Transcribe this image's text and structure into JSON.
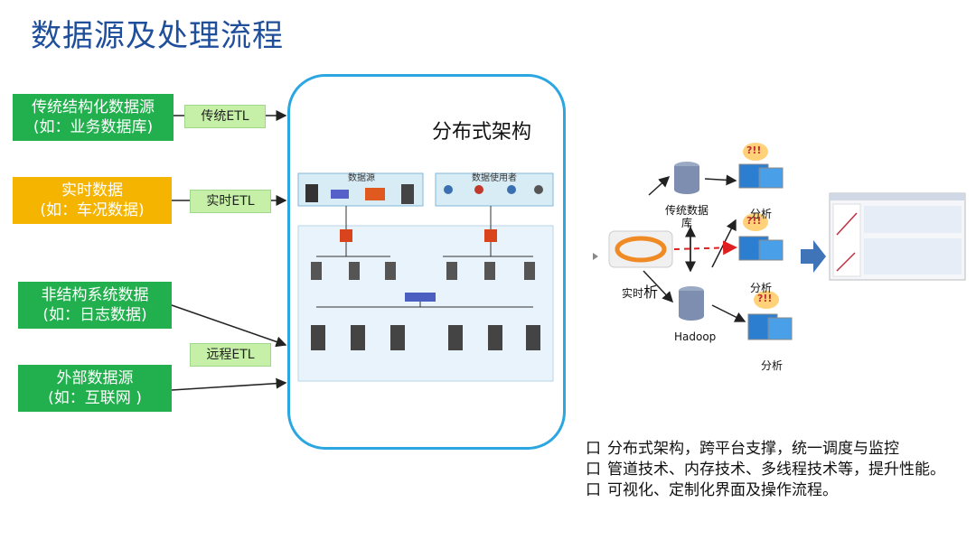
{
  "title": "数据源及处理流程",
  "sources": [
    {
      "line1": "传统结构化数据源",
      "line2": "(如：业务数据库)"
    },
    {
      "line1": "实时数据",
      "line2": "(如：车况数据)"
    },
    {
      "line1": "非结构系统数据",
      "line2": "(如：日志数据)"
    },
    {
      "line1": "外部数据源",
      "line2": "(如：互联网 )"
    }
  ],
  "etl": {
    "traditional": "传统ETL",
    "realtime": "实时ETL",
    "remote": "远程ETL"
  },
  "architecture": {
    "title": "分布式架构",
    "panel_data_source": "数据源",
    "panel_data_users": "数据使用者"
  },
  "right": {
    "traditional_db_line1": "传统数据",
    "traditional_db_line2": "库",
    "realtime_label_1": "实时",
    "realtime_label_2": "析",
    "hadoop": "Hadoop",
    "analysis_1": "分析",
    "analysis_2": "分析",
    "analysis_3": "分析",
    "alert": "?!!"
  },
  "bullets": [
    {
      "box": "口",
      "text": "分布式架构，跨平台支撑，统一调度与监控"
    },
    {
      "box": "口",
      "text": "管道技术、内存技术、多线程技术等，提升性能。"
    },
    {
      "box": "口",
      "text": "可视化、定制化界面及操作流程。"
    }
  ],
  "colors": {
    "title": "#1f4e9a",
    "source_green": "#22b04e",
    "source_orange": "#f5b400",
    "etl_bg": "#c6f0a8",
    "frame_border": "#2ba6e0",
    "dashed_arrow": "#e02020",
    "big_arrow": "#3f74b8"
  }
}
